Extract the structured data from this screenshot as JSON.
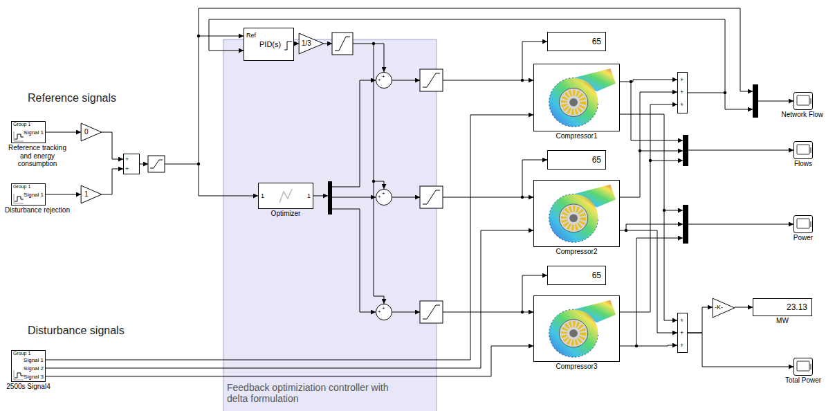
{
  "diagram": {
    "nodes": [
      {
        "text": [
          "Feedback optimiziation controller with delta formulation"
        ]
      },
      {
        "text": [
          "Group 1",
          "Signal 1",
          "Reference tracking and energy consumption"
        ]
      },
      {
        "text": [
          "0"
        ]
      },
      {
        "text": [
          "Group 1",
          "Signal 1",
          "Disturbance rejection"
        ]
      },
      {
        "text": [
          "1"
        ]
      },
      {
        "text": [
          "+",
          "+"
        ]
      },
      {
        "text": [
          "Ref",
          "PID(s)"
        ],
        "in": 0
      },
      {
        "text": [
          "1/3"
        ],
        "in": 0
      },
      {
        "text": [
          "1",
          "1",
          "Optimizer"
        ],
        "in": 0
      },
      {
        "text": [
          "+",
          "+"
        ],
        "in": 0
      },
      {
        "text": [
          "+",
          "+"
        ],
        "in": 0
      },
      {
        "text": [
          "+",
          "+"
        ],
        "in": 0
      },
      {
        "text": [
          "65"
        ]
      },
      {
        "text": [
          "Compressor1"
        ]
      },
      {
        "text": [
          "65"
        ]
      },
      {
        "text": [
          "Compressor2"
        ]
      },
      {
        "text": [
          "65"
        ]
      },
      {
        "text": [
          "Compressor3"
        ]
      },
      {
        "text": [
          "Group 1",
          "Signal 1",
          "Signal 2",
          "Signal 3",
          "2500s Signal4"
        ]
      },
      {
        "text": [
          "+",
          "+",
          "+"
        ]
      },
      {
        "text": [
          "Network Flow"
        ]
      },
      {
        "text": [
          "Flows"
        ]
      },
      {
        "text": [
          "Power"
        ]
      },
      {
        "text": [
          "-K-"
        ]
      },
      {
        "text": [
          "23.13",
          "MW"
        ]
      },
      {
        "text": [
          "+",
          "+",
          "+"
        ]
      },
      {
        "text": [
          "Total Power"
        ]
      }
    ],
    "edges": [
      {
        "from": 1,
        "to": 2,
        "arrow": "to"
      },
      {
        "from": 3,
        "to": 4,
        "arrow": "to"
      },
      {
        "from": 2,
        "to": 5,
        "arrow": "to"
      },
      {
        "from": 4,
        "to": 5,
        "arrow": "to"
      },
      {
        "from": 6,
        "to": 7,
        "arrow": "to"
      },
      {
        "from": 18,
        "to": 13,
        "arrow": "to"
      },
      {
        "from": 18,
        "to": 15,
        "arrow": "to"
      },
      {
        "from": 18,
        "to": 17,
        "arrow": "to"
      },
      {
        "from": 13,
        "to": 19,
        "arrow": "to"
      },
      {
        "from": 15,
        "to": 19,
        "arrow": "to"
      },
      {
        "from": 17,
        "to": 19,
        "arrow": "to"
      },
      {
        "from": 13,
        "to": 25,
        "arrow": "to"
      },
      {
        "from": 15,
        "to": 25,
        "arrow": "to"
      },
      {
        "from": 17,
        "to": 25,
        "arrow": "to"
      },
      {
        "from": 19,
        "to": 6,
        "arrow": "to"
      },
      {
        "from": 25,
        "to": 23,
        "arrow": "to"
      },
      {
        "from": 23,
        "to": 24,
        "arrow": "to"
      },
      {
        "from": 25,
        "to": 26,
        "arrow": "to"
      }
    ],
    "labels": [
      "Reference signals",
      "Disturbance signals"
    ]
  }
}
